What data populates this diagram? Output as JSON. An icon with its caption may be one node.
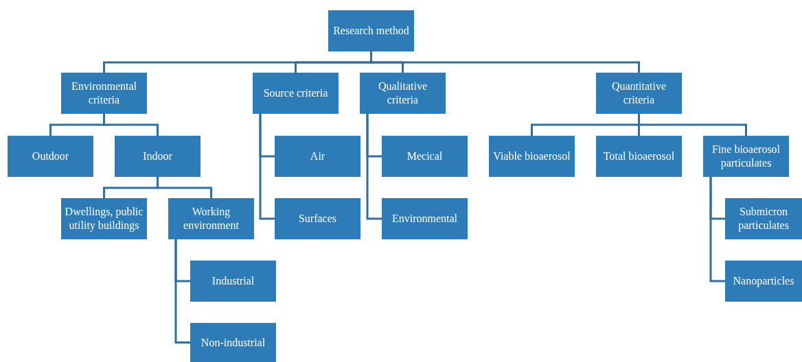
{
  "diagram": {
    "nodes": [
      {
        "text": [
          "Research method"
        ]
      },
      {
        "text": [
          "Environmental criteria"
        ]
      },
      {
        "text": [
          "Source criteria"
        ]
      },
      {
        "text": [
          "Qualitative criteria"
        ]
      },
      {
        "text": [
          "Quantitative criteria"
        ]
      },
      {
        "text": [
          "Outdoor"
        ]
      },
      {
        "text": [
          "Indoor"
        ]
      },
      {
        "text": [
          "Air"
        ]
      },
      {
        "text": [
          "Mecical"
        ]
      },
      {
        "text": [
          "Viable bioaerosol"
        ]
      },
      {
        "text": [
          "Total bioaerosol"
        ]
      },
      {
        "text": [
          "Fine bioaerosol particulates"
        ]
      },
      {
        "text": [
          "Dwellings, public utility buildings"
        ]
      },
      {
        "text": [
          "Working environment"
        ]
      },
      {
        "text": [
          "Surfaces"
        ]
      },
      {
        "text": [
          "Environmental"
        ]
      },
      {
        "text": [
          "Submicron particulates"
        ]
      },
      {
        "text": [
          "Industrial"
        ]
      },
      {
        "text": [
          "Nanoparticles"
        ]
      },
      {
        "text": [
          "Non-industrial"
        ]
      }
    ],
    "edges": [
      {
        "from": 0,
        "to": 1,
        "arrow": "none"
      },
      {
        "from": 0,
        "to": 2,
        "arrow": "none"
      },
      {
        "from": 0,
        "to": 3,
        "arrow": "none"
      },
      {
        "from": 0,
        "to": 4,
        "arrow": "none"
      },
      {
        "from": 1,
        "to": 5,
        "arrow": "none"
      },
      {
        "from": 1,
        "to": 6,
        "arrow": "none"
      },
      {
        "from": 2,
        "to": 7,
        "arrow": "none"
      },
      {
        "from": 2,
        "to": 14,
        "arrow": "none"
      },
      {
        "from": 3,
        "to": 8,
        "arrow": "none"
      },
      {
        "from": 3,
        "to": 15,
        "arrow": "none"
      },
      {
        "from": 4,
        "to": 9,
        "arrow": "none"
      },
      {
        "from": 4,
        "to": 10,
        "arrow": "none"
      },
      {
        "from": 4,
        "to": 11,
        "arrow": "none"
      },
      {
        "from": 6,
        "to": 12,
        "arrow": "none"
      },
      {
        "from": 6,
        "to": 13,
        "arrow": "none"
      },
      {
        "from": 13,
        "to": 17,
        "arrow": "none"
      },
      {
        "from": 13,
        "to": 19,
        "arrow": "none"
      },
      {
        "from": 11,
        "to": 16,
        "arrow": "none"
      },
      {
        "from": 11,
        "to": 18,
        "arrow": "none"
      }
    ]
  }
}
